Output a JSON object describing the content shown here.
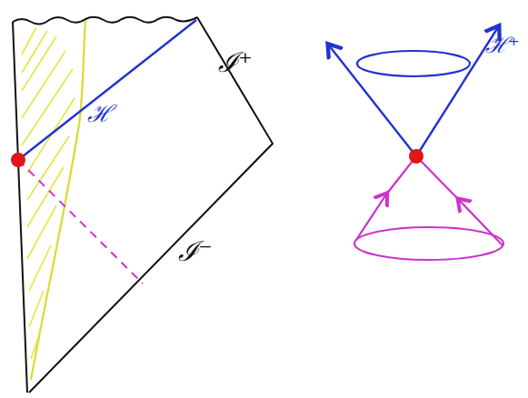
{
  "diagram": {
    "labels": [
      "ℐ⁺",
      "ℐ⁻",
      "ℋ",
      "ℋ⁺"
    ]
  }
}
